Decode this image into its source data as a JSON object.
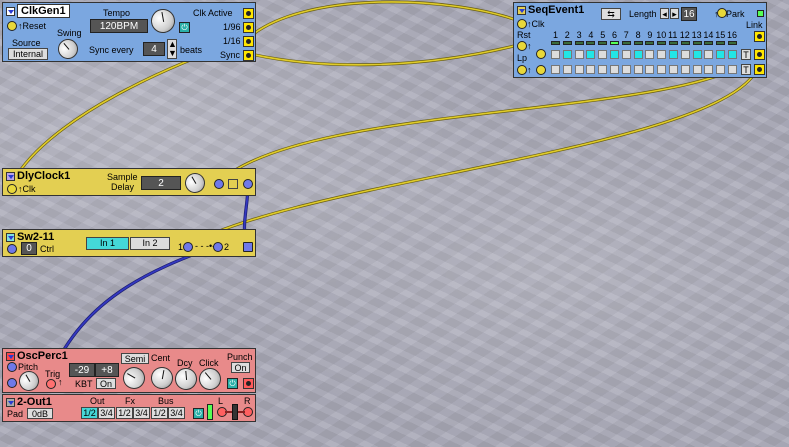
{
  "clkgen": {
    "title": "ClkGen1",
    "reset": "Reset",
    "source_label": "Source",
    "source_value": "Internal",
    "swing_label": "Swing",
    "tempo_label": "Tempo",
    "tempo_value": "120BPM",
    "sync_label": "Sync every",
    "sync_value": "4",
    "beats": "beats",
    "clk_active": "Clk Active",
    "div_1": "1/96",
    "div_2": "1/16",
    "sync_out": "Sync"
  },
  "seqevent": {
    "title": "SeqEvent1",
    "clk": "Clk",
    "rst": "Rst",
    "lp": "Lp",
    "length_label": "Length",
    "length_value": "16",
    "park": "Park",
    "link": "Link",
    "steps": [
      "1",
      "2",
      "3",
      "4",
      "5",
      "6",
      "7",
      "8",
      "9",
      "10",
      "11",
      "12",
      "13",
      "14",
      "15",
      "16"
    ],
    "row1": [
      0,
      1,
      0,
      1,
      0,
      1,
      0,
      1,
      0,
      0,
      1,
      0,
      1,
      0,
      1,
      1
    ],
    "row2": [
      0,
      0,
      0,
      0,
      0,
      0,
      0,
      0,
      0,
      0,
      0,
      0,
      0,
      0,
      0,
      0
    ],
    "t": "T"
  },
  "dlyclock": {
    "title": "DlyClock1",
    "clk": "Clk",
    "sample": "Sample",
    "delay": "Delay",
    "value": "2"
  },
  "sw": {
    "title": "Sw2-11",
    "ctrl_value": "0",
    "ctrl": "Ctrl",
    "in1": "In 1",
    "in2": "In 2",
    "p1": "1",
    "p2": "2"
  },
  "osc": {
    "title": "OscPerc1",
    "pitch": "Pitch",
    "trig": "Trig",
    "semi": "Semi",
    "cent": "Cent",
    "dcy": "Dcy",
    "click": "Click",
    "punch": "Punch",
    "punch_value": "On",
    "semi_value": "-29",
    "cent_value": "+8",
    "kbt": "KBT",
    "kbt_value": "On"
  },
  "out": {
    "title": "2-Out1",
    "pad": "Pad",
    "pad_value": "0dB",
    "out": "Out",
    "fx": "Fx",
    "bus": "Bus",
    "b1": "1/2",
    "b2": "3/4",
    "b3": "1/2",
    "b4": "3/4",
    "b5": "1/2",
    "b6": "3/4",
    "l": "L",
    "r": "R"
  },
  "colors": {
    "cable_yellow": "#d9c619",
    "cable_blue": "#3438c0"
  }
}
